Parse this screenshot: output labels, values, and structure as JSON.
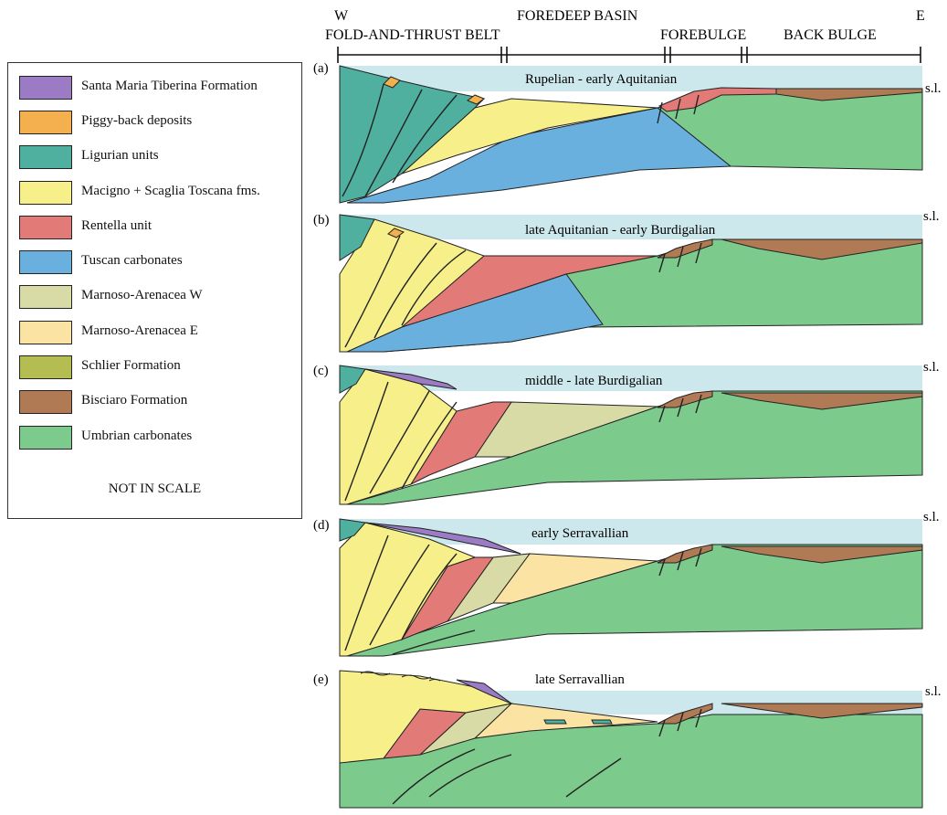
{
  "header": {
    "west": "W",
    "east": "E",
    "zones": [
      "FOLD-AND-THRUST BELT",
      "FOREDEEP BASIN",
      "FOREBULGE",
      "BACK BULGE"
    ]
  },
  "legend": {
    "items": [
      {
        "label": "Santa Maria Tiberina Formation",
        "color": "#9b7cc4"
      },
      {
        "label": "Piggy-back deposits",
        "color": "#f4b04e"
      },
      {
        "label": "Ligurian units",
        "color": "#4fb09f"
      },
      {
        "label": "Macigno + Scaglia Toscana fms.",
        "color": "#f7f08a"
      },
      {
        "label": "Rentella unit",
        "color": "#e27a77"
      },
      {
        "label": "Tuscan carbonates",
        "color": "#6ab0df"
      },
      {
        "label": "Marnoso-Arenacea W",
        "color": "#d8dba6"
      },
      {
        "label": "Marnoso-Arenacea E",
        "color": "#fbe3a4"
      },
      {
        "label": "Schlier Formation",
        "color": "#b3bd52"
      },
      {
        "label": "Bisciaro Formation",
        "color": "#b07a55"
      },
      {
        "label": "Umbrian carbonates",
        "color": "#7ccb8d"
      }
    ],
    "note": "NOT IN SCALE"
  },
  "colors": {
    "sea": "#cde8ec"
  },
  "panels": [
    {
      "letter": "(a)",
      "title": "Rupelian - early Aquitanian",
      "sl": "s.l."
    },
    {
      "letter": "(b)",
      "title": "late Aquitanian - early Burdigalian",
      "sl": "s.l."
    },
    {
      "letter": "(c)",
      "title": "middle - late Burdigalian",
      "sl": "s.l."
    },
    {
      "letter": "(d)",
      "title": "early Serravallian",
      "sl": "s.l."
    },
    {
      "letter": "(e)",
      "title": "late Serravallian",
      "sl": "s.l."
    }
  ]
}
